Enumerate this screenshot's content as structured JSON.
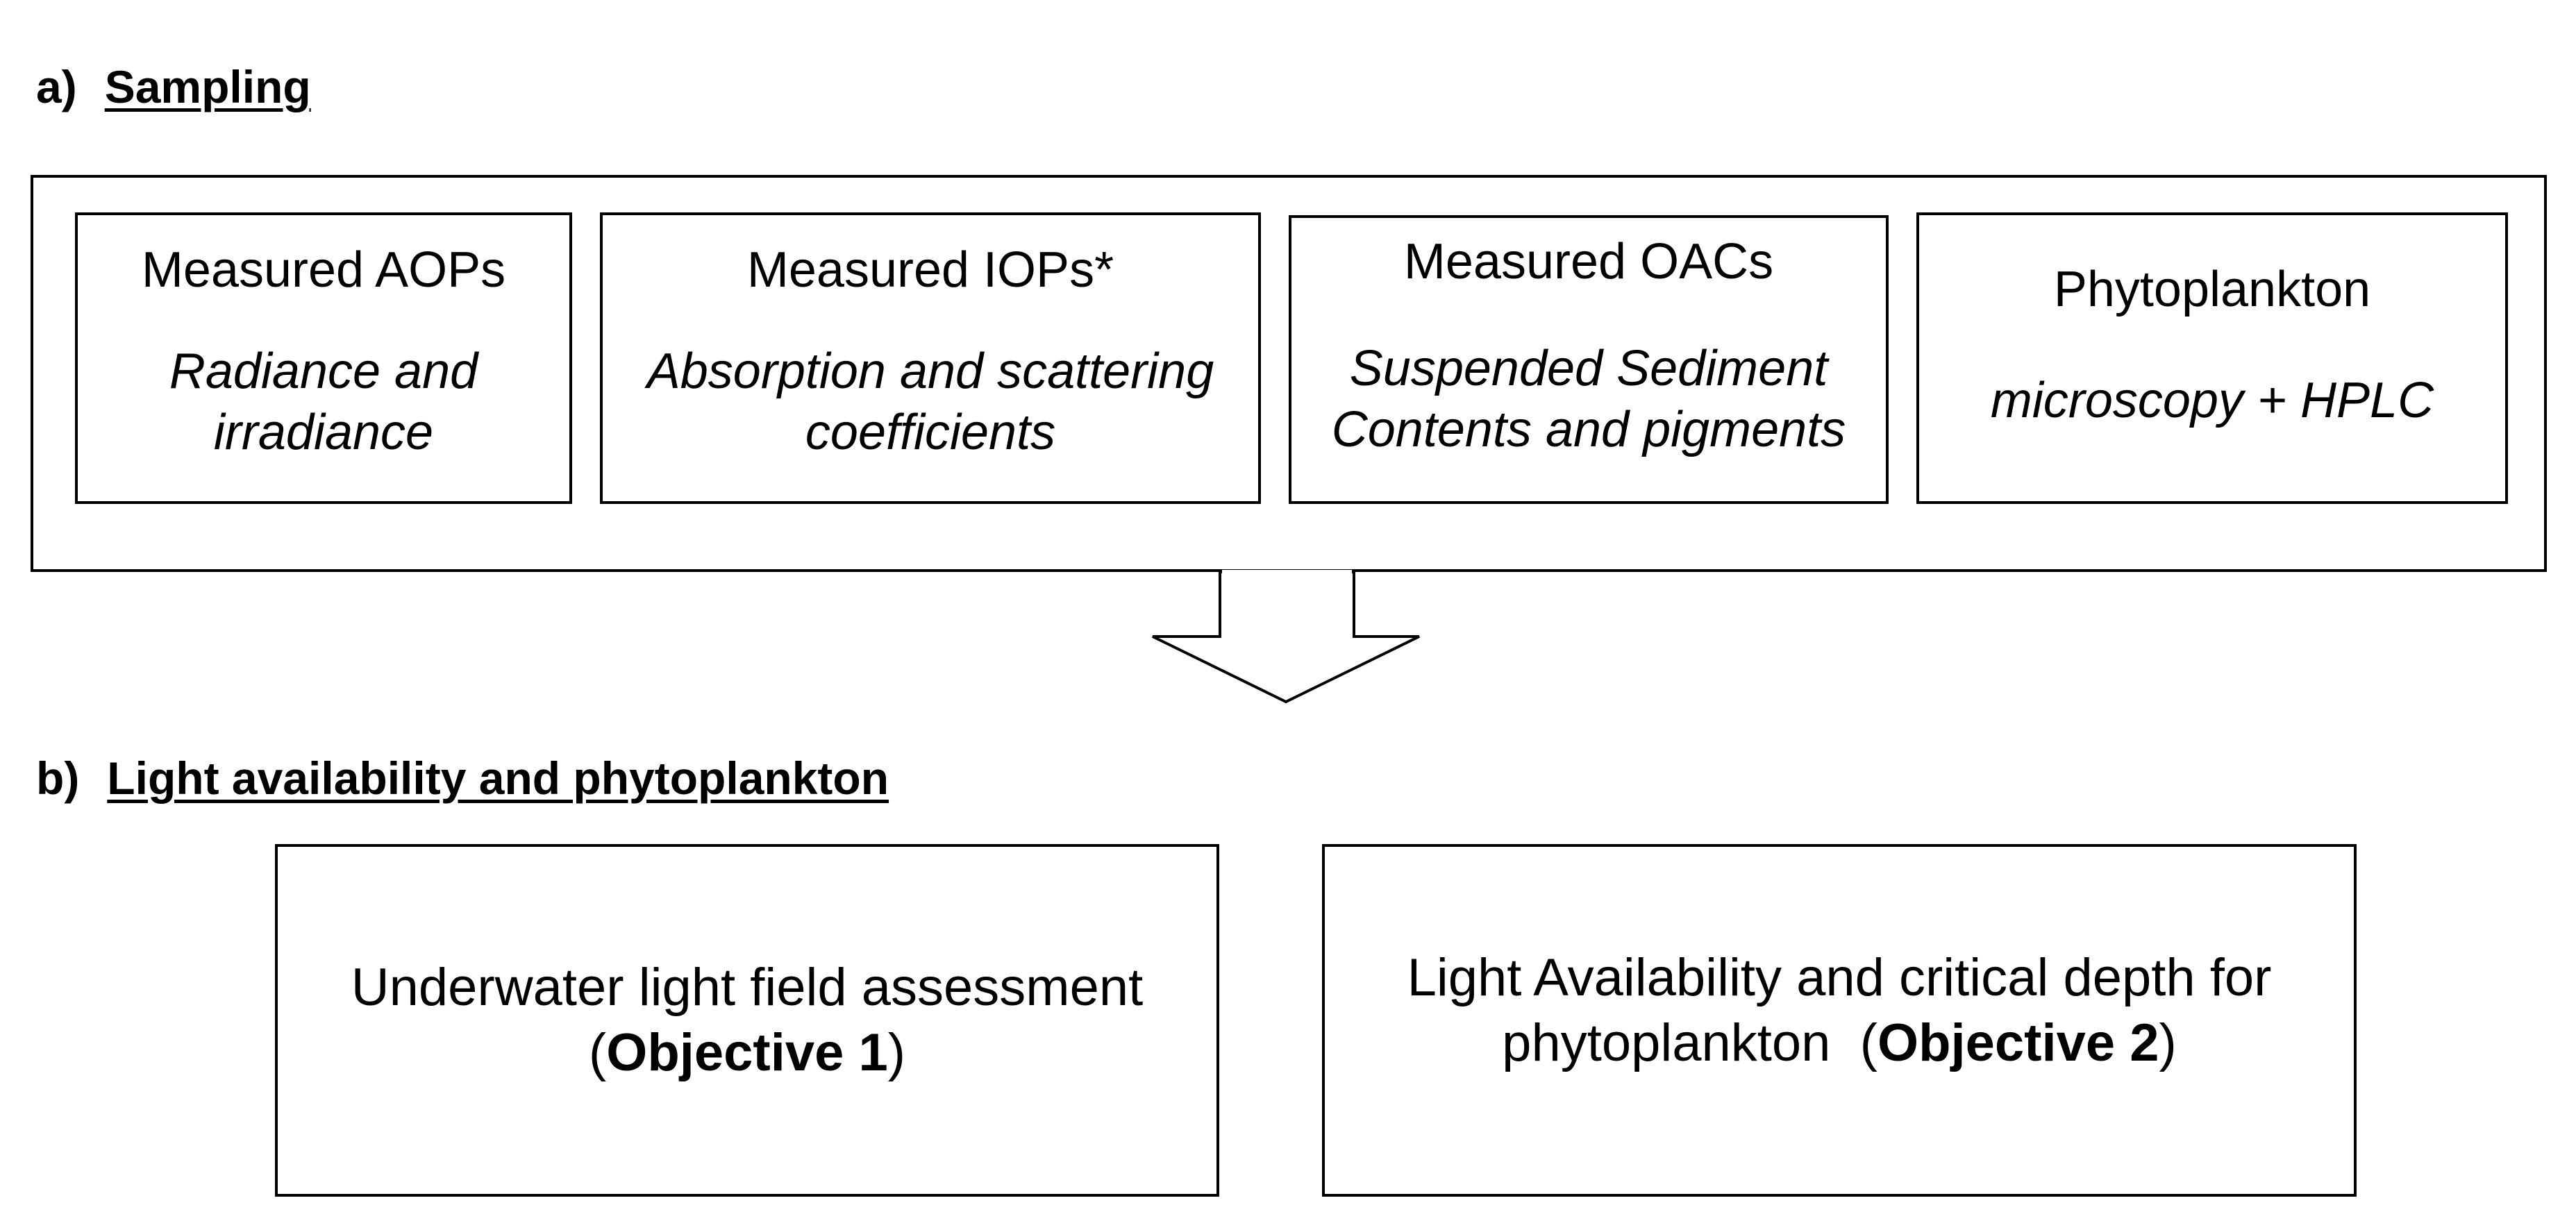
{
  "section_a": {
    "letter": "a)",
    "title": "Sampling"
  },
  "sampling_boxes": [
    {
      "title": "Measured AOPs",
      "sub_line1": "Radiance and",
      "sub_line2": "irradiance"
    },
    {
      "title": "Measured IOPs*",
      "sub_line1": "Absorption and scattering",
      "sub_line2": "coefficients"
    },
    {
      "title": "Measured OACs",
      "sub_line1": "Suspended Sediment",
      "sub_line2": "Contents and pigments"
    },
    {
      "title": "Phytoplankton",
      "sub_line1": "microscopy + HPLC"
    }
  ],
  "section_b": {
    "letter": "b)",
    "title": "Light availability and phytoplankton"
  },
  "objective_boxes": [
    {
      "line1": "Underwater light field assessment",
      "open_paren": "(",
      "objective": "Objective 1",
      "close_paren": ")"
    },
    {
      "line1": "Light Availability and critical depth for",
      "line2_prefix": "phytoplankton  (",
      "objective": "Objective 2",
      "close_paren": ")"
    }
  ]
}
